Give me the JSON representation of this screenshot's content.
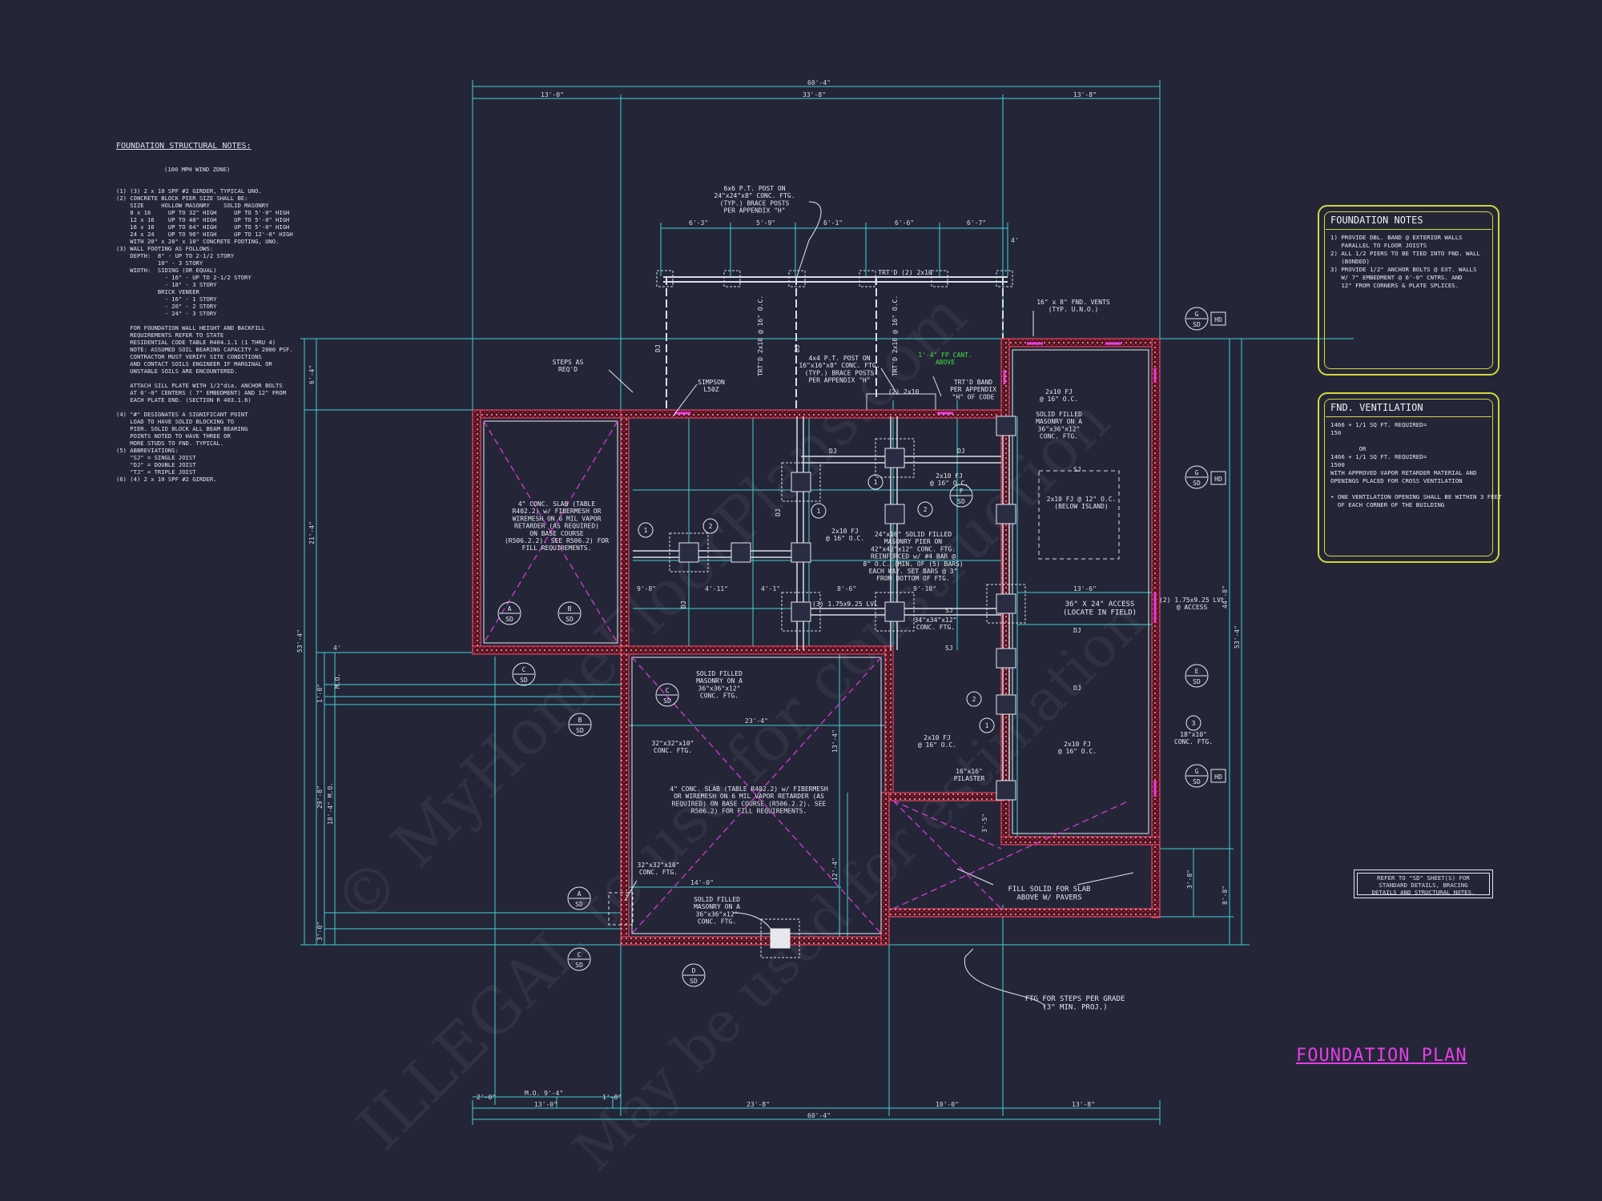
{
  "plan_title": "FOUNDATION PLAN",
  "structural_notes": {
    "title": "FOUNDATION STRUCTURAL NOTES:",
    "subtitle": "(100 MPH WIND ZONE)",
    "body": "(1) (3) 2 x 10 SPF #2 GIRDER, TYPICAL UNO.\n(2) CONCRETE BLOCK PIER SIZE SHALL BE:\n    SIZE     HOLLOW MASONRY    SOLID MASONRY\n    8 x 16     UP TO 32\" HIGH     UP TO 5'-0\" HIGH\n    12 x 16    UP TO 48\" HIGH     UP TO 5'-0\" HIGH\n    16 x 16    UP TO 64\" HIGH     UP TO 5'-0\" HIGH\n    24 x 24    UP TO 96\" HIGH     UP TO 12'-0\" HIGH\n    WITH 20\" x 20\" x 10\" CONCRETE FOOTING, UNO.\n(3) WALL FOOTING AS FOLLOWS:\n    DEPTH:  8\" - UP TO 2-1/2 STORY\n            10\" - 3 STORY\n    WIDTH:  SIDING (OR EQUAL)\n              - 16\" - UP TO 2-1/2 STORY\n              - 18\" - 3 STORY\n            BRICK VENEER\n              - 16\" - 1 STORY\n              - 20\" - 2 STORY\n              - 24\" - 3 STORY\n\n    FOR FOUNDATION WALL HEIGHT AND BACKFILL\n    REQUIREMENTS REFER TO STATE\n    RESIDENTIAL CODE TABLE R404.1.1 (1 THRU 4)\n    NOTE: ASSUMED SOIL BEARING CAPACITY = 2000 PSF.\n    CONTRACTOR MUST VERIFY SITE CONDITIONS\n    AND CONTACT SOILS ENGINEER IF MARGINAL OR\n    UNSTABLE SOILS ARE ENCOUNTERED.\n\n    ATTACH SILL PLATE WITH 1/2\"dia. ANCHOR BOLTS\n    AT 6'-0\" CENTERS ( 7\" EMBEDMENT) AND 12\" FROM\n    EACH PLATE END. (SECTION R 403.1.6)\n\n(4) \"#\" DESIGNATES A SIGNIFICANT POINT\n    LOAD TO HAVE SOLID BLOCKING TO\n    PIER. SOLID BLOCK ALL BEAM BEARING\n    POINTS NOTED TO HAVE THREE OR\n    MORE STUDS TO FND. TYPICAL.\n(5) ABBREVIATIONS:\n    \"SJ\" = SINGLE JOIST\n    \"DJ\" = DOUBLE JOIST\n    \"TJ\" = TRIPLE JOIST\n(6) (4) 2 x 10 SPF #2 GIRDER."
  },
  "foundation_notes": {
    "title": "FOUNDATION NOTES",
    "body": "1) PROVIDE DBL. BAND @ EXTERIOR WALLS\n   PARALLEL TO FLOOR JOISTS\n2) ALL 1/2 PIERS TO BE TIED INTO FND. WALL\n   (BONDED)\n3) PROVIDE 1/2\" ANCHOR BOLTS @ EXT. WALLS\n   W/ 7\" EMBEDMENT @ 6'-0\" CNTRS. AND\n   12\" FROM CORNERS & PLATE SPLICES."
  },
  "fnd_ventilation": {
    "title": "FND. VENTILATION",
    "body": "1466 + 1/1 SQ FT. REQUIRED=\n150\n\n        OR\n1466 + 1/1 SQ FT. REQUIRED=\n1500\nWITH APPROVED VAPOR RETARDER MATERIAL AND\nOPENINGS PLACED FOR CROSS VENTILATION\n\n• ONE VENTILATION OPENING SHALL BE WITHIN 3 FEET\n  OF EACH CORNER OF THE BUILDING"
  },
  "refer_note": "REFER TO \"SD\" SHEET(S) FOR\nSTANDARD DETAILS, BRACING\nDETAILS AND STRUCTURAL NOTES.",
  "watermark": {
    "line1": "© MyHomeFloorPlans.com",
    "line2": "ILLEGAL to use for construction",
    "line3": "May be used for estimation"
  },
  "dimensions": {
    "top_overall": "60'-4\"",
    "top_left": "13'-0\"",
    "top_mid": "33'-8\"",
    "top_right": "13'-8\"",
    "porch_1": "6'-3\"",
    "porch_2": "5'-9\"",
    "porch_3": "6'-1\"",
    "porch_4": "6'-6\"",
    "porch_5": "6'-7\"",
    "porch_6": "4'",
    "bottom_overall": "60'-4\"",
    "bottom_1": "13'-0\"",
    "bottom_2": "23'-8\"",
    "bottom_3": "10'-0\"",
    "bottom_4": "13'-8\"",
    "bottom_mo": "M.O. 9'-4\"",
    "bottom_a": "2'-0\"",
    "bottom_b": "1'-8\"",
    "left_overall": "53'-4\"",
    "left_1": "6'-4\"",
    "left_2": "21'-4\"",
    "left_3": "29'-8\"",
    "left_mo": "18'-4\" M.O.",
    "left_4": "3'-0\"",
    "left_5": "3'-0\"",
    "left_6": "1'-0\"",
    "left_7": "4'",
    "right_overall": "53'-4\"",
    "right_1": "44'-8\"",
    "right_2": "8'-8\"",
    "garage_w": "23'-4\"",
    "garage_d1": "13'-4\"",
    "garage_d2": "12'-4\"",
    "step_14": "14'-0\"",
    "right_135": "13'-6\"",
    "d_98": "9'-8\"",
    "d_411": "4'-11\"",
    "d_86": "8'-6\"",
    "d_95": "9'-10\"",
    "d_41": "4'-1\"",
    "d_34": "3'-8\"",
    "d_35": "3'-5\""
  },
  "callouts": {
    "post_top": "6x6 P.T. POST ON\n24\"x24\"x8\" CONC. FTG.\n(TYP.) BRACE POSTS\nPER APPENDIX \"H\"",
    "trtd_band_top": "TRT'D (2) 2x10",
    "fnd_vents": "16\" x 8\" FND. VENTS\n(TYP. U.N.O.)",
    "steps_req": "STEPS AS\nREQ'D",
    "simpson": "SIMPSON\nL50Z",
    "post_4x4": "4x4 P.T. POST ON\n16\"x16\"x8\" CONC. FTG.\n(TYP.) BRACE POSTS\nPER APPENDIX \"H\"",
    "cant": "1'-4\" FP CANT.\nABOVE",
    "trtd_band": "TRT'D BAND\nPER APPENDIX\n\"H\" OF CODE",
    "trtd_2x10": "(2) 2x10",
    "trtd_vert_1": "TRT'D 2x10 @ 16\" O.C.",
    "trtd_vert_2": "TRT'D 2x10 @ 16\" O.C.",
    "fj_right": "2x10 FJ\n@ 16\" O.C.",
    "solid_masonry_r": "SOLID FILLED\nMASONRY ON A\n36\"x36\"x12\"\nCONC. FTG.",
    "fj_belowisl": "2x10 FJ @ 12\" O.C.\n(BELOW ISLAND)",
    "slab_left": "4\" CONC. SLAB (TABLE\nR402.2) w/ FIBERMESH OR\nWIREMESH ON 6 MIL VAPOR\nRETARDER (AS REQUIRED)\nON BASE COURSE\n(R506.2.2). SEE R506.2) FOR\nFILL REQUIREMENTS.",
    "fj_a": "2x10 FJ\n@ 16\" O.C.",
    "fj_b": "2x10 FJ\n@ 16\" O.C.",
    "fj_c": "2x10 FJ\n@ 16\" O.C.",
    "pier_24": "24\"x16\" SOLID FILLED\nMASONRY PIER ON\n42\"x42\"x12\" CONC. FTG.\nREINFORCED w/ #4 BAR @\n8\" O.C. (MIN. OF (5) BARS)\nEACH WAY. SET BARS @ 3\"\nFROM BOTTOM OF FTG.",
    "lvl": "(3) 1.75x9.25 LVL",
    "ftg_34": "34\"x34\"x12\"\nCONC. FTG.",
    "access": "36\" X 24\" ACCESS\n(LOCATE IN FIELD)",
    "lvl_access": "(2) 1.75x9.25 LVL\n@ ACCESS",
    "solid_masonry_m": "SOLID FILLED\nMASONRY ON A\n36\"x36\"x12\"\nCONC. FTG.",
    "ftg_32a": "32\"x32\"x10\"\nCONC. FTG.",
    "slab_garage": "4\" CONC. SLAB (TABLE R402.2) w/ FIBERMESH\nOR WIREMESH ON 6 MIL VAPOR RETARDER (AS\nREQUIRED) ON BASE COURSE (R506.2.2). SEE\nR506.2) FOR FILL REQUIREMENTS.",
    "fj_d": "2x10 FJ\n@ 16\" O.C.",
    "fj_e": "2x10 FJ\n@ 16\" O.C.",
    "ftg_18": "18\"x10\"\nCONC. FTG.",
    "pilaster": "16\"x16\"\nPILASTER",
    "ftg_32b": "32\"x32\"x10\"\nCONC. FTG.",
    "solid_masonry_b": "SOLID FILLED\nMASONRY ON A\n36\"x36\"x12\"\nCONC. FTG.",
    "fill_slab": "FILL SOLID FOR SLAB\nABOVE W/ PAVERS",
    "ftg_steps": "FTG FOR STEPS PER GRADE\n(3\" MIN. PROJ.)",
    "mo": "M.O.",
    "dj": "DJ",
    "sj": "SJ"
  },
  "section_tags": {
    "a": "A",
    "b": "B",
    "c": "C",
    "d": "D",
    "e": "E",
    "f": "F",
    "g": "G",
    "sd": "SD",
    "hd": "HD"
  },
  "keys": {
    "one": "1",
    "two": "2",
    "three": "3"
  },
  "colors": {
    "background": "#242638",
    "dimension": "#3fd0d6",
    "wall": "#d2263f",
    "slab_x": "#d43ad4",
    "notes_box": "#d3d93b",
    "title": "#e53fe5",
    "green_note": "#3fe03f"
  }
}
